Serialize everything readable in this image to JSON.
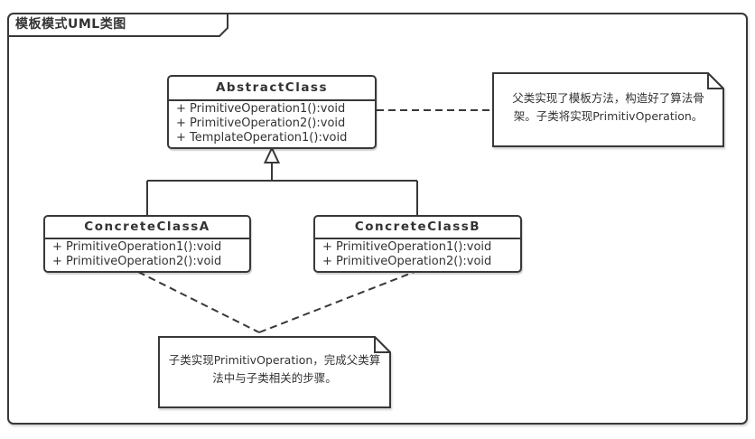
{
  "title": "模板模式UML类图",
  "classes": {
    "abstract": {
      "name": "AbstractClass",
      "methods": [
        "+ PrimitiveOperation1():void",
        "+ PrimitiveOperation2():void",
        "+ TemplateOperation1():void"
      ]
    },
    "concrete_a": {
      "name": "ConcreteClassA",
      "methods": [
        "+ PrimitiveOperation1():void",
        "+ PrimitiveOperation2():void"
      ]
    },
    "concrete_b": {
      "name": "ConcreteClassB",
      "methods": [
        "+ PrimitiveOperation1():void",
        "+ PrimitiveOperation2():void"
      ]
    }
  },
  "notes": {
    "right": "父类实现了模板方法，构造好了算法骨架。子类将实现PrimitivOperation。",
    "bottom": "子类实现PrimitivOperation，完成父类算法中与子类相关的步骤。"
  },
  "colors": {
    "line": "#383838",
    "text": "#333333",
    "background": "#ffffff"
  }
}
